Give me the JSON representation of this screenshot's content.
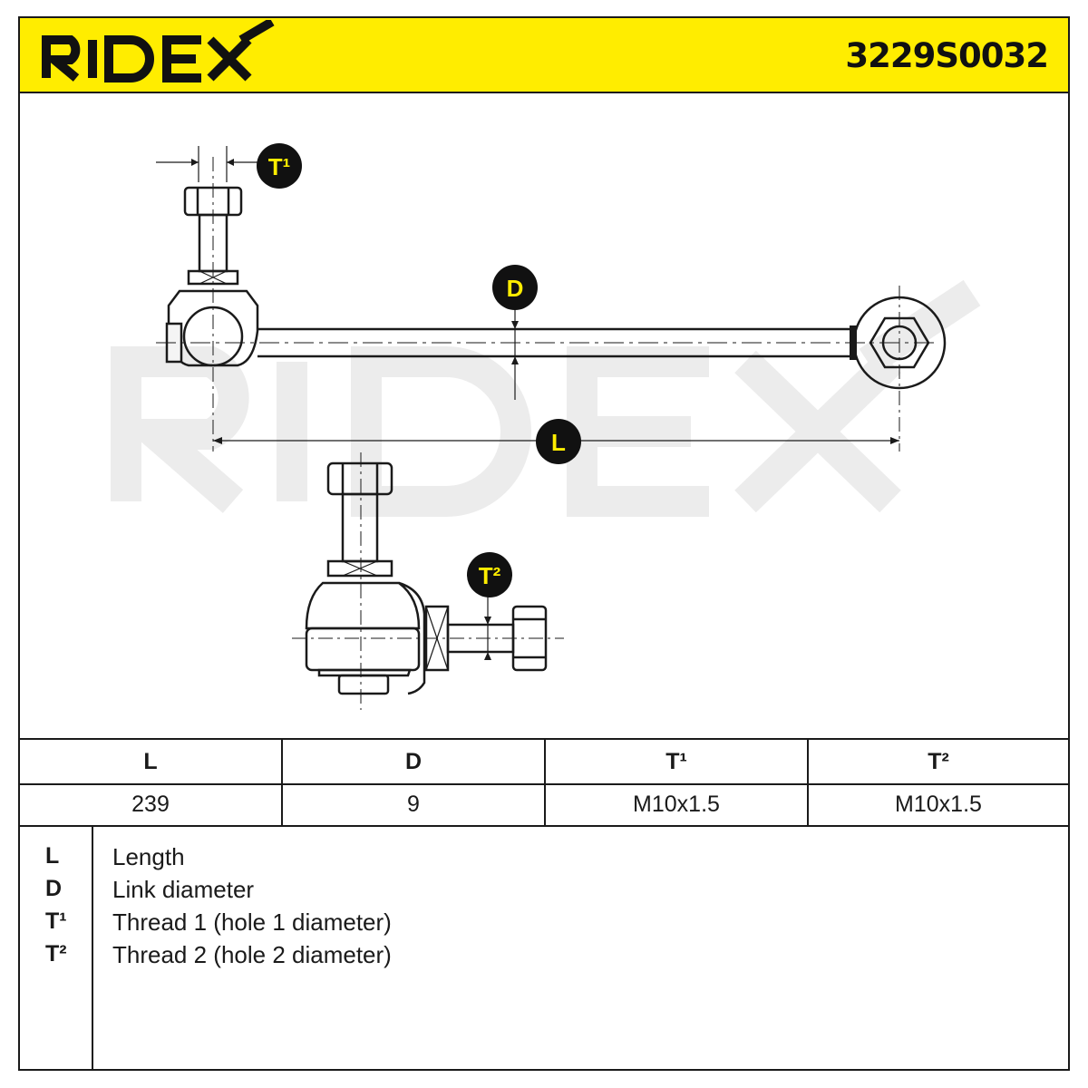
{
  "header": {
    "brand": "RIDEX",
    "part_number": "3229S0032",
    "brand_color": "#ffed00"
  },
  "drawing": {
    "callouts": {
      "t1": "T¹",
      "d": "D",
      "l": "L",
      "t2": "T²"
    },
    "watermark": "RIDEX"
  },
  "spec_table": {
    "headers": [
      "L",
      "D",
      "T¹",
      "T²"
    ],
    "values": [
      "239",
      "9",
      "M10x1.5",
      "M10x1.5"
    ]
  },
  "legend": {
    "items": [
      {
        "symbol": "L",
        "description": "Length"
      },
      {
        "symbol": "D",
        "description": "Link diameter"
      },
      {
        "symbol": "T¹",
        "description": "Thread 1 (hole 1 diameter)"
      },
      {
        "symbol": "T²",
        "description": "Thread 2 (hole 2 diameter)"
      }
    ]
  }
}
